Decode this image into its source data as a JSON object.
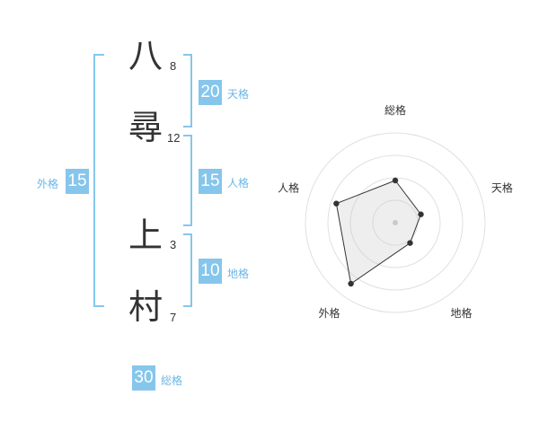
{
  "characters": [
    {
      "char": "八",
      "strokes": "8"
    },
    {
      "char": "尋",
      "strokes": "12"
    },
    {
      "char": "上",
      "strokes": "3"
    },
    {
      "char": "村",
      "strokes": "7"
    }
  ],
  "fortunes": {
    "tenkaku": {
      "value": "20",
      "label": "天格"
    },
    "jinkaku": {
      "value": "15",
      "label": "人格"
    },
    "chikaku": {
      "value": "10",
      "label": "地格"
    },
    "gaikaku": {
      "value": "15",
      "label": "外格"
    },
    "soukaku": {
      "value": "30",
      "label": "総格"
    }
  },
  "colors": {
    "accent": "#86c6ec",
    "label": "#6bb6e6",
    "text": "#333333"
  },
  "chart_data": {
    "type": "radar",
    "axes": [
      "総格",
      "天格",
      "地格",
      "外格",
      "人格"
    ],
    "values": [
      0.47,
      0.3,
      0.28,
      0.84,
      0.69
    ],
    "rings": 4,
    "max": 1
  }
}
